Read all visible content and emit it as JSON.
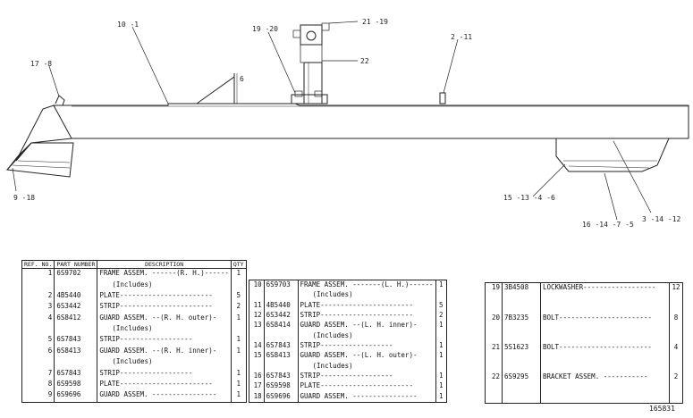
{
  "callouts": [
    {
      "id": "c10_1",
      "text": "10 -1"
    },
    {
      "id": "c19_20",
      "text": "19 -20"
    },
    {
      "id": "c21_19",
      "text": "21 -19"
    },
    {
      "id": "c2_11",
      "text": "2 -11"
    },
    {
      "id": "c17_8",
      "text": "17 -8"
    },
    {
      "id": "c22",
      "text": "22"
    },
    {
      "id": "c6",
      "text": "6"
    },
    {
      "id": "c9_18",
      "text": "9 -18"
    },
    {
      "id": "c15",
      "text": "15 -13 -4 -6"
    },
    {
      "id": "c3_14_12",
      "text": "3 -14 -12"
    },
    {
      "id": "c16",
      "text": "16 -14 -7 -5"
    }
  ],
  "table_headers": {
    "ref_no": "REF. NO.",
    "part_number": "PART NUMBER",
    "description": "DESCRIPTION",
    "qty": "QTY"
  },
  "table1_rows": [
    {
      "ref": "1",
      "part": "6S9702",
      "desc": "FRAME ASSEM. ------(R. H.)------",
      "qty": "1"
    },
    {
      "ref": "",
      "part": "",
      "desc": "(Includes)",
      "qty": ""
    },
    {
      "ref": "2",
      "part": "4B5440",
      "desc": "PLATE-----------------------",
      "qty": "5"
    },
    {
      "ref": "3",
      "part": "6S3442",
      "desc": "STRIP-----------------------",
      "qty": "2"
    },
    {
      "ref": "4",
      "part": "6S8412",
      "desc": "GUARD ASSEM. --(R. H. outer)-",
      "qty": "1"
    },
    {
      "ref": "",
      "part": "",
      "desc": "(Includes)",
      "qty": ""
    },
    {
      "ref": "5",
      "part": "6S7843",
      "desc": "STRIP------------------",
      "qty": "1"
    },
    {
      "ref": "6",
      "part": "6S8413",
      "desc": "GUARD ASSEM. --(R. H. inner)-",
      "qty": "1"
    },
    {
      "ref": "",
      "part": "",
      "desc": "(Includes)",
      "qty": ""
    },
    {
      "ref": "7",
      "part": "6S7843",
      "desc": "STRIP------------------",
      "qty": "1"
    },
    {
      "ref": "8",
      "part": "6S9598",
      "desc": "PLATE-----------------------",
      "qty": "1"
    },
    {
      "ref": "9",
      "part": "6S9696",
      "desc": "GUARD ASSEM. ----------------",
      "qty": "1"
    }
  ],
  "table2_rows": [
    {
      "ref": "10",
      "part": "6S9703",
      "desc": "FRAME ASSEM. -------(L. H.)------",
      "qty": "1"
    },
    {
      "ref": "",
      "part": "",
      "desc": "(Includes)",
      "qty": ""
    },
    {
      "ref": "11",
      "part": "4B5440",
      "desc": "PLATE-----------------------",
      "qty": "5"
    },
    {
      "ref": "12",
      "part": "6S3442",
      "desc": "STRIP-----------------------",
      "qty": "2"
    },
    {
      "ref": "13",
      "part": "6S8414",
      "desc": "GUARD ASSEM. --(L. H. inner)-",
      "qty": "1"
    },
    {
      "ref": "",
      "part": "",
      "desc": "(Includes)",
      "qty": ""
    },
    {
      "ref": "14",
      "part": "6S7843",
      "desc": "STRIP------------------",
      "qty": "1"
    },
    {
      "ref": "15",
      "part": "6S8413",
      "desc": "GUARD ASSEM. --(L. H. outer)-",
      "qty": "1"
    },
    {
      "ref": "",
      "part": "",
      "desc": "(Includes)",
      "qty": ""
    },
    {
      "ref": "16",
      "part": "6S7843",
      "desc": "STRIP------------------",
      "qty": "1"
    },
    {
      "ref": "17",
      "part": "6S9598",
      "desc": "PLATE-----------------------",
      "qty": "1"
    },
    {
      "ref": "18",
      "part": "6S9696",
      "desc": "GUARD ASSEM. ----------------",
      "qty": "1"
    }
  ],
  "table3_rows": [
    {
      "ref": "19",
      "part": "3B4508",
      "desc": "LOCKWASHER------------------",
      "qty": "12"
    },
    {
      "ref": "20",
      "part": "7B3235",
      "desc": "BOLT-----------------------",
      "qty": "8"
    },
    {
      "ref": "21",
      "part": "5S1623",
      "desc": "BOLT-----------------------",
      "qty": "4"
    },
    {
      "ref": "22",
      "part": "6S9295",
      "desc": "BRACKET ASSEM. -----------",
      "qty": "2"
    }
  ],
  "figure_number": "165831"
}
